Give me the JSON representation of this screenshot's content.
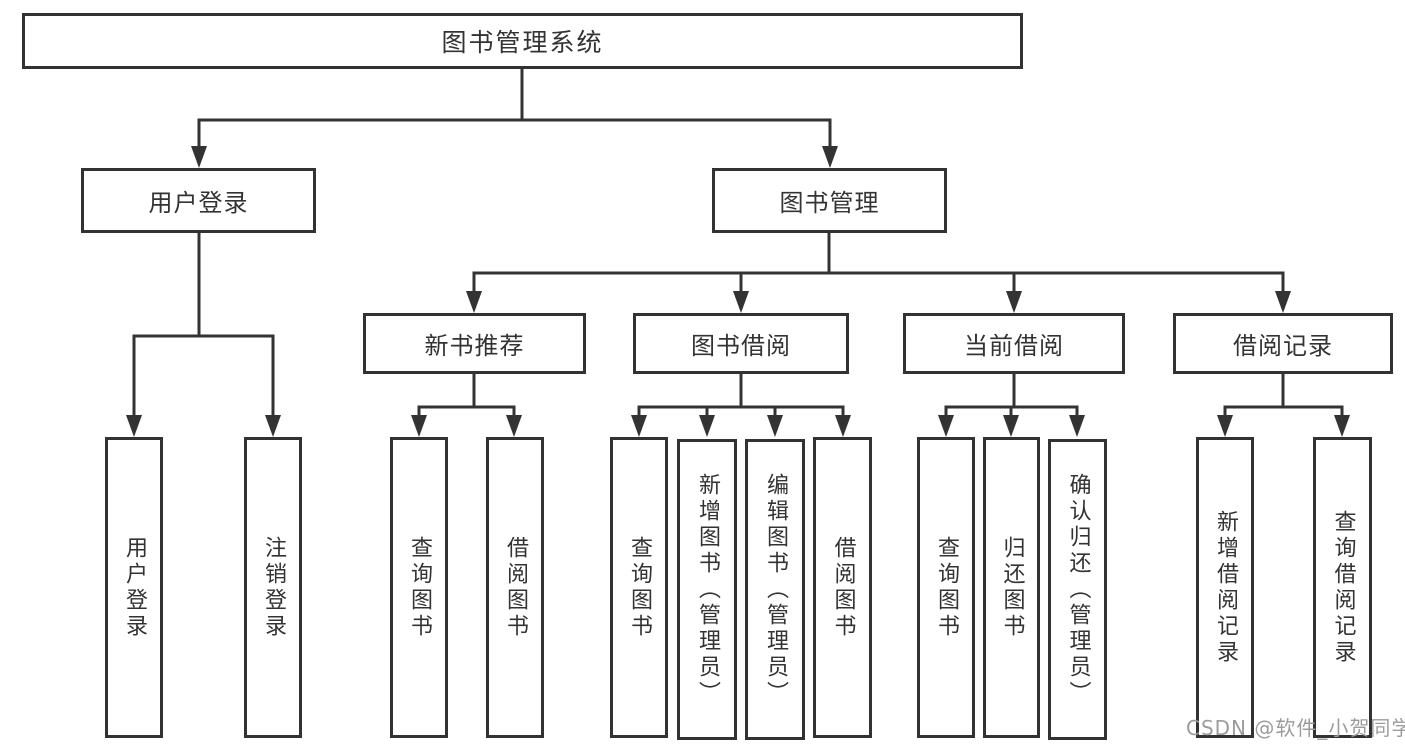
{
  "diagram": {
    "title": "图书管理系统",
    "tree": {
      "root": {
        "label": "图书管理系统",
        "children": [
          {
            "label": "用户登录",
            "children": [
              {
                "label": "用户登录"
              },
              {
                "label": "注销登录"
              }
            ]
          },
          {
            "label": "图书管理",
            "children": [
              {
                "label": "新书推荐",
                "children": [
                  {
                    "label": "查询图书"
                  },
                  {
                    "label": "借阅图书"
                  }
                ]
              },
              {
                "label": "图书借阅",
                "children": [
                  {
                    "label": "查询图书"
                  },
                  {
                    "label": "新增图书（管理员）"
                  },
                  {
                    "label": "编辑图书（管理员）"
                  },
                  {
                    "label": "借阅图书"
                  }
                ]
              },
              {
                "label": "当前借阅",
                "children": [
                  {
                    "label": "查询图书"
                  },
                  {
                    "label": "归还图书"
                  },
                  {
                    "label": "确认归还（管理员）"
                  }
                ]
              },
              {
                "label": "借阅记录",
                "children": [
                  {
                    "label": "新增借阅记录"
                  },
                  {
                    "label": "查询借阅记录"
                  }
                ]
              }
            ]
          }
        ]
      }
    }
  },
  "watermark": {
    "text": "CSDN @软件_小贺同学"
  },
  "colors": {
    "line": "#333333",
    "border": "#323232",
    "text": "#333333",
    "watermark": "#9c9c9c",
    "background": "#ffffff"
  }
}
